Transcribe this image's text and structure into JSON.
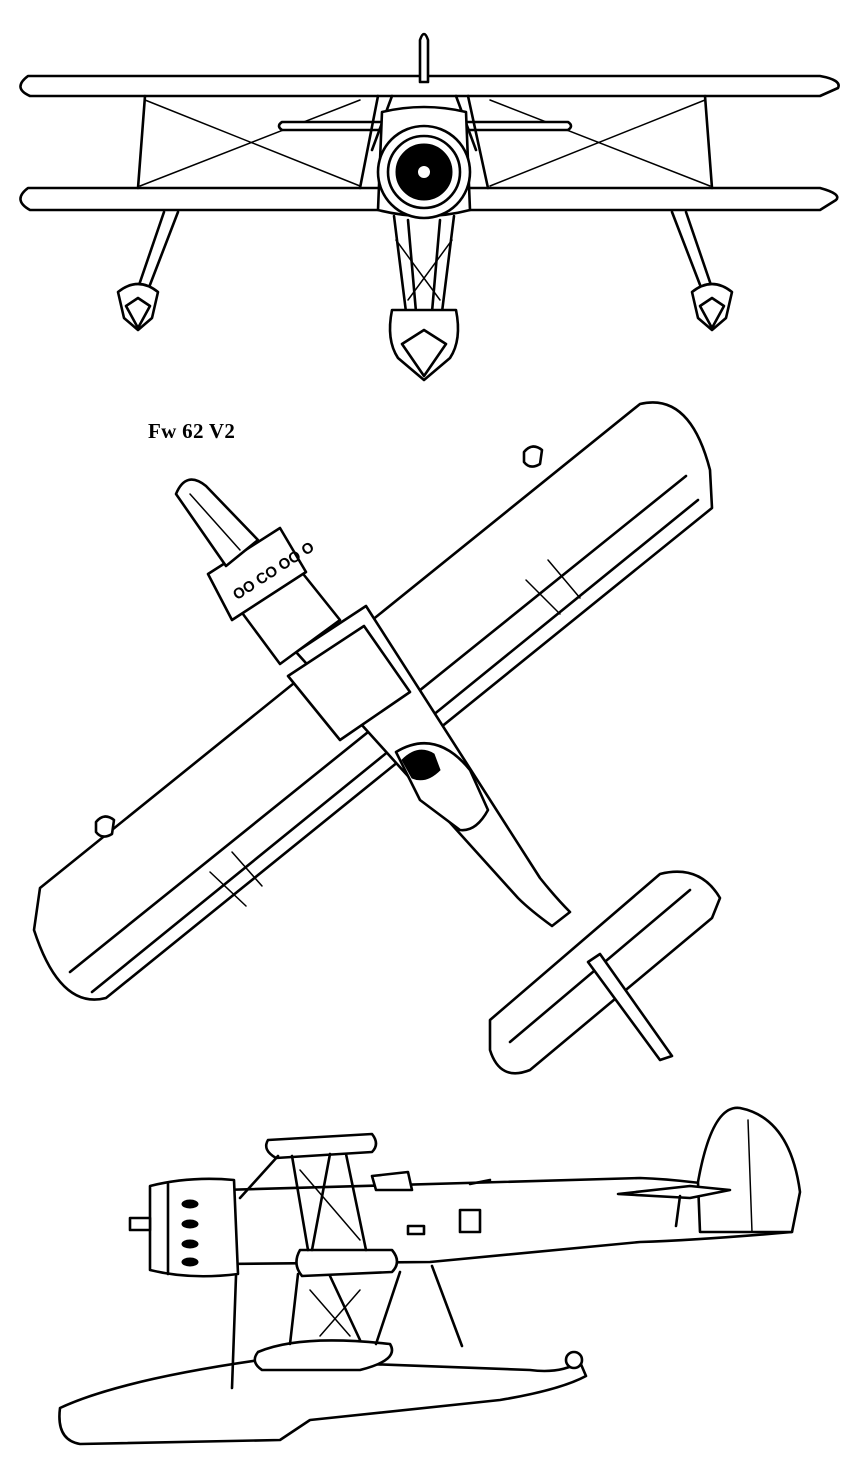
{
  "drawing": {
    "designation": "Fw 62 V2",
    "line_color": "#000000",
    "background_color": "#ffffff",
    "views": [
      "front",
      "plan",
      "side"
    ]
  }
}
